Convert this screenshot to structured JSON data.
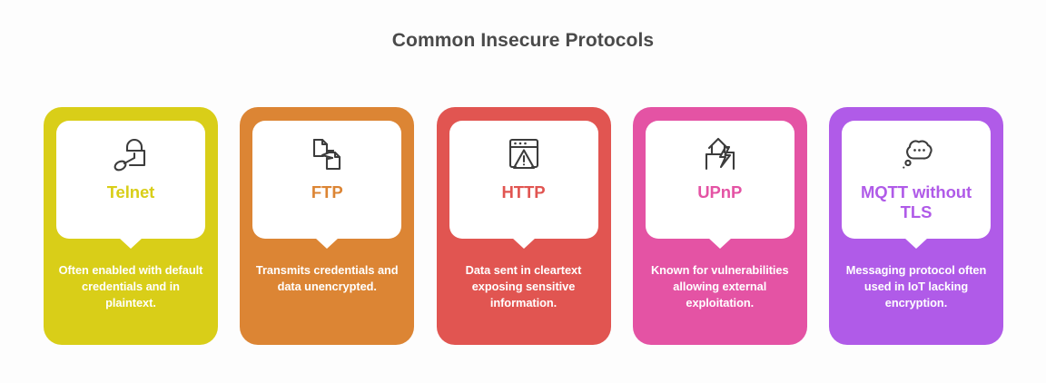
{
  "header": {
    "title": "Common Insecure Protocols",
    "title_color": "#4a4a4a"
  },
  "background_color": "#fdfdfd",
  "cards": [
    {
      "name": "telnet",
      "title": "Telnet",
      "description": "Often enabled with default credentials and in plaintext.",
      "color": "#d9ce18",
      "icon": "unlock-key-icon"
    },
    {
      "name": "ftp",
      "title": "FTP",
      "description": "Transmits credentials and data unencrypted.",
      "color": "#dc8534",
      "icon": "file-transfer-icon"
    },
    {
      "name": "http",
      "title": "HTTP",
      "description": "Data sent in cleartext exposing sensitive information.",
      "color": "#e15551",
      "icon": "browser-warning-icon"
    },
    {
      "name": "upnp",
      "title": "UPnP",
      "description": "Known for vulnerabilities allowing external exploitation.",
      "color": "#e453a4",
      "icon": "house-lightning-icon"
    },
    {
      "name": "mqtt-without-tls",
      "title": "MQTT without TLS",
      "description": "Messaging protocol often used in IoT lacking encryption.",
      "color": "#b05be8",
      "icon": "thought-bubble-icon"
    }
  ]
}
